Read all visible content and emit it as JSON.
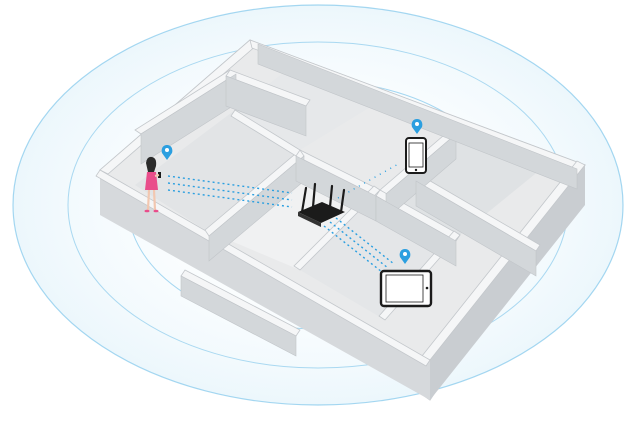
{
  "diagram": {
    "subject": "wifi-coverage-floorplan",
    "colors": {
      "wave": "#5fb8e6",
      "wave_fill": "#eaf6fc",
      "wall_top": "#f3f4f5",
      "wall_side": "#d6d9dc",
      "floor": "#e9eaeb",
      "pin": "#2b9fe0",
      "device": "#1b1b1b",
      "person_top": "#e94d8b",
      "person_hair": "#2b2b2b"
    },
    "icons": {
      "router": "router-icon",
      "phone": "smartphone-icon",
      "tablet": "tablet-icon",
      "person": "person-icon",
      "pin": "location-pin-icon"
    },
    "devices": [
      "router",
      "smartphone",
      "tablet",
      "person"
    ]
  }
}
